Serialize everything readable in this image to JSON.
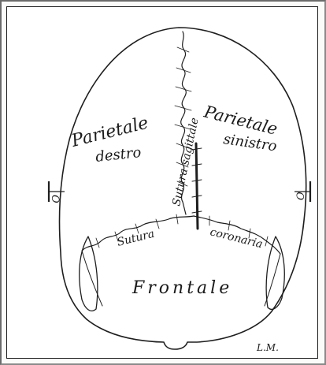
{
  "labels": {
    "parietale_destro_line1": "Parietale",
    "parietale_destro_line2": "destro",
    "parietale_sinistro_line1": "Parietale",
    "parietale_sinistro_line2": "sinistro",
    "sutura_sagittale": "Sutura sagittale",
    "sutura_coronaria_left": "Sutura",
    "sutura_coronaria_right": "coronaria",
    "frontale": "Frontale",
    "left_ear_marker": "O",
    "right_ear_marker": "O",
    "signature": "L.M."
  },
  "colors": {
    "ink": "#1e1e1e",
    "paper": "#ffffff",
    "frame": "#6b6b6b"
  }
}
